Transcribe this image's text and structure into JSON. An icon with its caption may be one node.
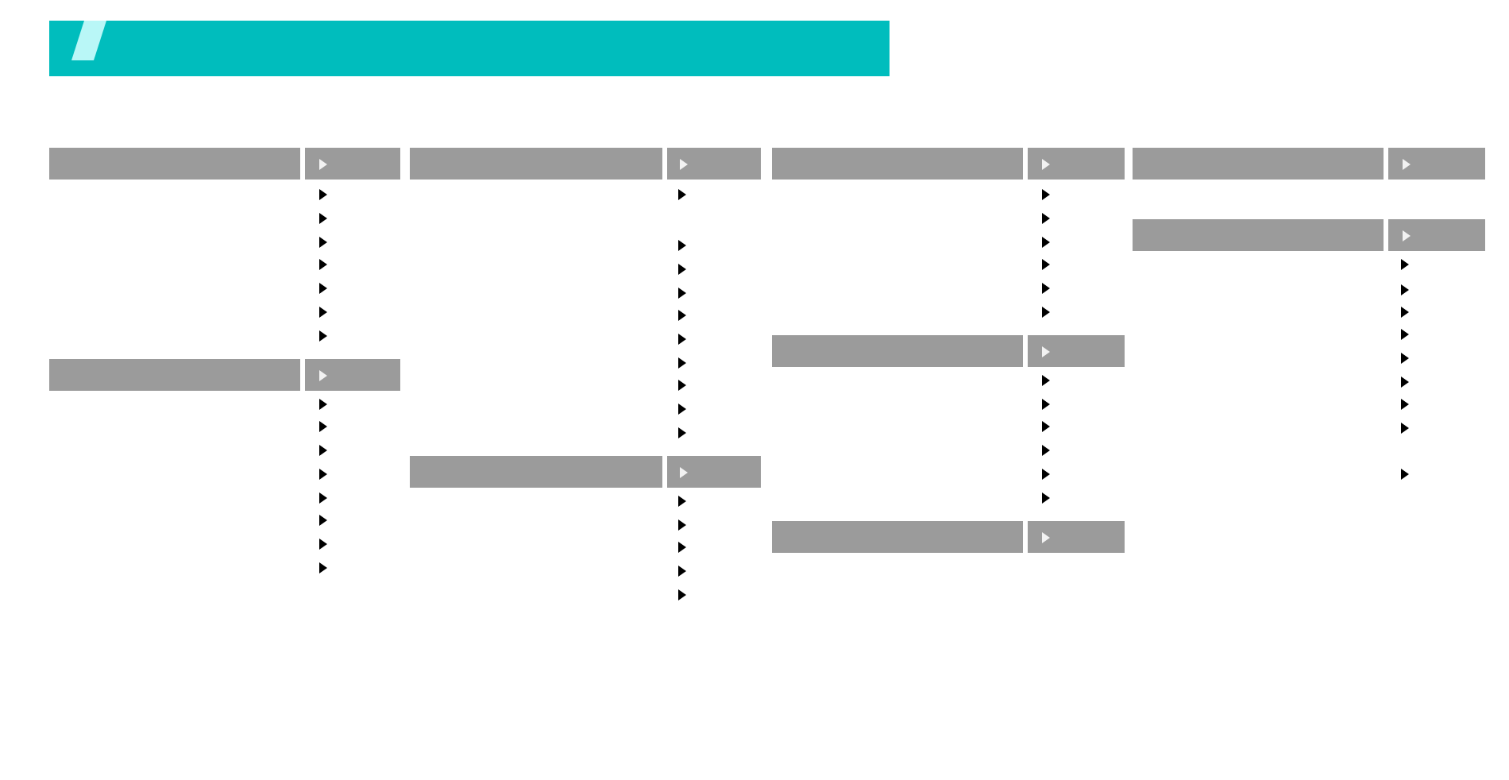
{
  "diagram": {
    "nodes": [
      {
        "text": [],
        "shape": "bar"
      },
      {
        "text": [],
        "shape": "bar"
      },
      {
        "text": [],
        "shape": "bar"
      },
      {
        "text": [],
        "shape": "bar"
      },
      {
        "text": [],
        "shape": "bar"
      },
      {
        "text": [],
        "shape": "bar"
      },
      {
        "text": [],
        "shape": "bar"
      },
      {
        "text": [],
        "shape": "bar"
      },
      {
        "text": [],
        "shape": "bar"
      },
      {
        "text": [],
        "shape": "bar"
      }
    ]
  }
}
